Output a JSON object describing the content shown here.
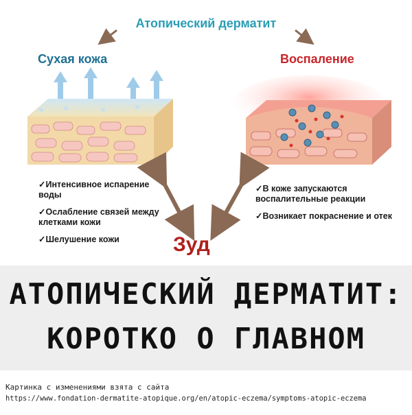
{
  "diagram": {
    "title": "Атопический дерматит",
    "left": {
      "title": "Сухая кожа",
      "items": [
        "Интенсивное испарение воды",
        "Ослабление связей между клетками кожи",
        "Шелушение кожи"
      ]
    },
    "right": {
      "title": "Воспаление",
      "items": [
        "В коже запускаются воспалительные реакции",
        "Возникает покраснение и отек"
      ]
    },
    "center": "Зуд"
  },
  "banner": {
    "line1": "АТОПИЧЕСКИЙ ДЕРМАТИТ:",
    "line2": "КОРОТКО О ГЛАВНОМ"
  },
  "credit": {
    "line1": "Картинка с изменениями взята с сайта",
    "url": "https://www.fondation-dermatite-atopique.org/en/atopic-eczema/symptoms-atopic-eczema"
  },
  "colors": {
    "title": "#2a9db5",
    "dry": "#1f6f93",
    "inflammation": "#c7262a",
    "itch": "#b0201c",
    "arrow": "#8a6a55"
  }
}
